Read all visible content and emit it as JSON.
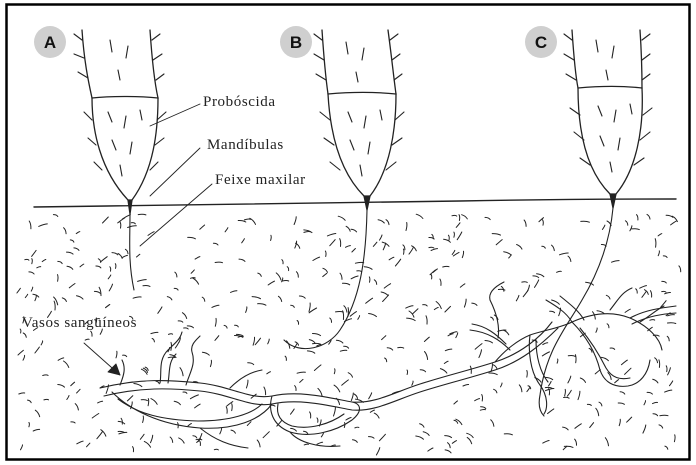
{
  "panels": [
    {
      "letter": "A"
    },
    {
      "letter": "B"
    },
    {
      "letter": "C"
    }
  ],
  "labels": {
    "proboscis": "Probóscida",
    "mandibles": "Mandíbulas",
    "maxillary_bundle": "Feixe maxilar",
    "blood_vessels": "Vasos sanguíneos"
  },
  "colors": {
    "badge_fill": "#cfcfcf",
    "ink": "#222222",
    "frame": "#000000",
    "background": "#ffffff"
  }
}
